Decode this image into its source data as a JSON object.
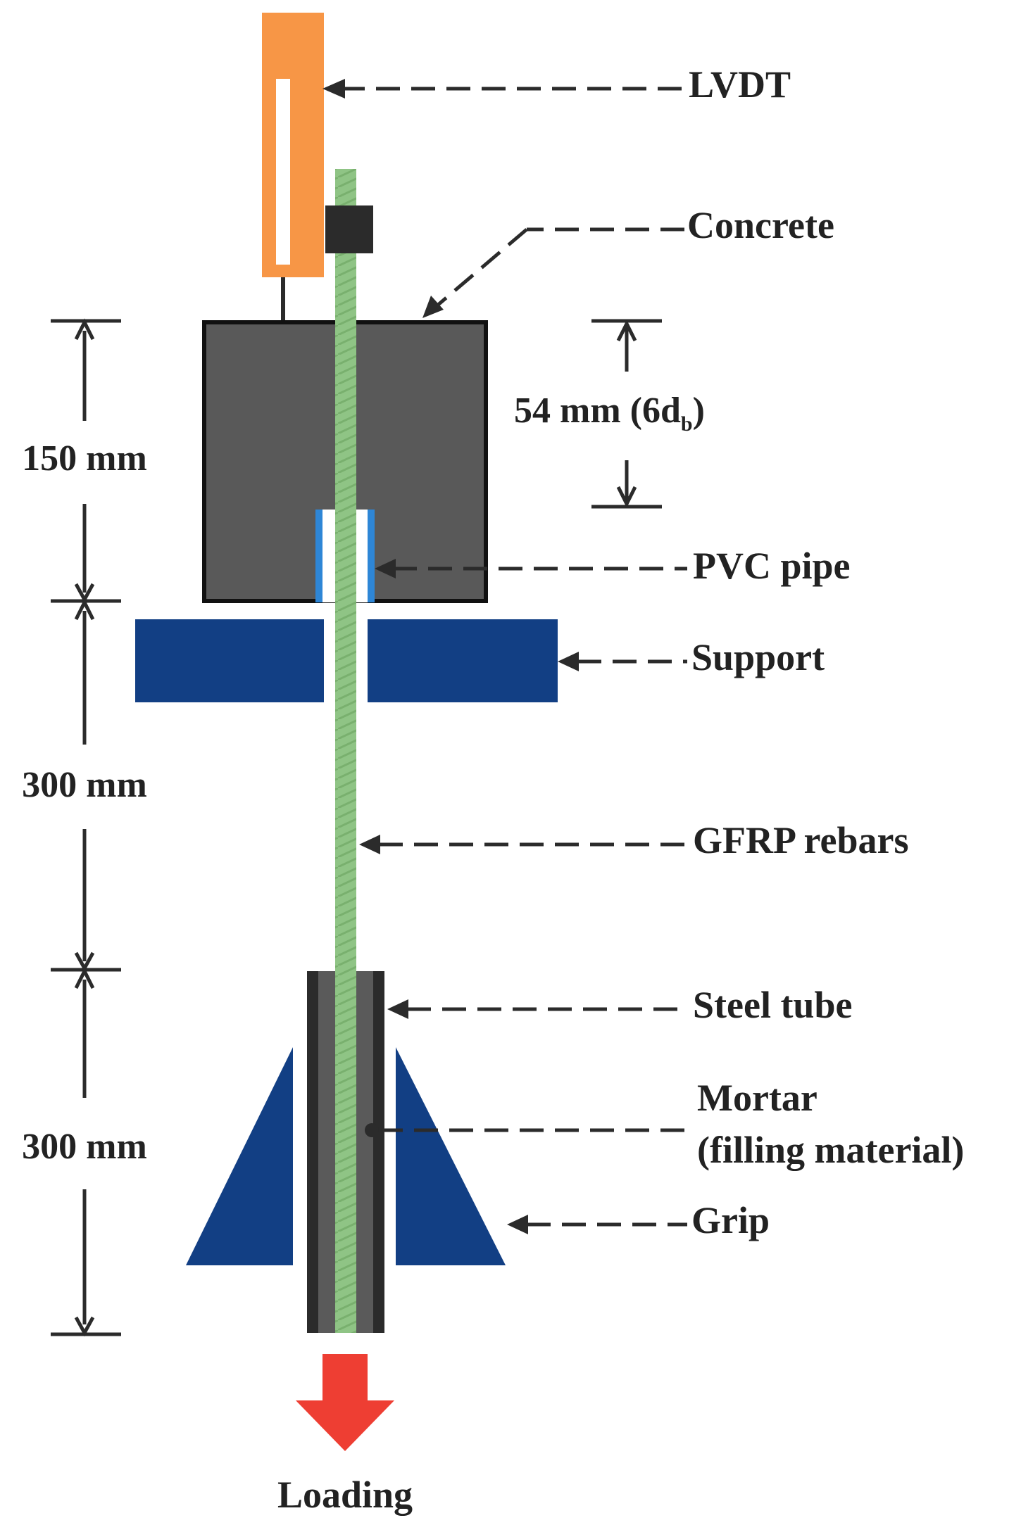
{
  "labels": {
    "lvdt": "LVDT",
    "concrete": "Concrete",
    "pvc_pipe": "PVC pipe",
    "support": "Support",
    "gfrp_rebars": "GFRP rebars",
    "steel_tube": "Steel tube",
    "mortar_line1": "Mortar",
    "mortar_line2": "(filling material)",
    "grip": "Grip",
    "loading": "Loading"
  },
  "dimensions": {
    "dim_150": "150 mm",
    "dim_300_a": "300 mm",
    "dim_300_b": "300 mm",
    "embed_main": "54 mm (6d",
    "embed_sub": "b",
    "embed_close": ")"
  },
  "colors": {
    "lvdt_body": "#F79646",
    "concrete_block": "#595959",
    "support": "#123F84",
    "pvc_pipe": "#2E86D6",
    "gfrp_rebar": "#8FC485",
    "steel_tube": "#2B2B2B",
    "mortar": "#5A5A5A",
    "grip": "#123F84",
    "loading_arrow": "#EE3E33",
    "leader_lines": "#2B2B2B"
  }
}
